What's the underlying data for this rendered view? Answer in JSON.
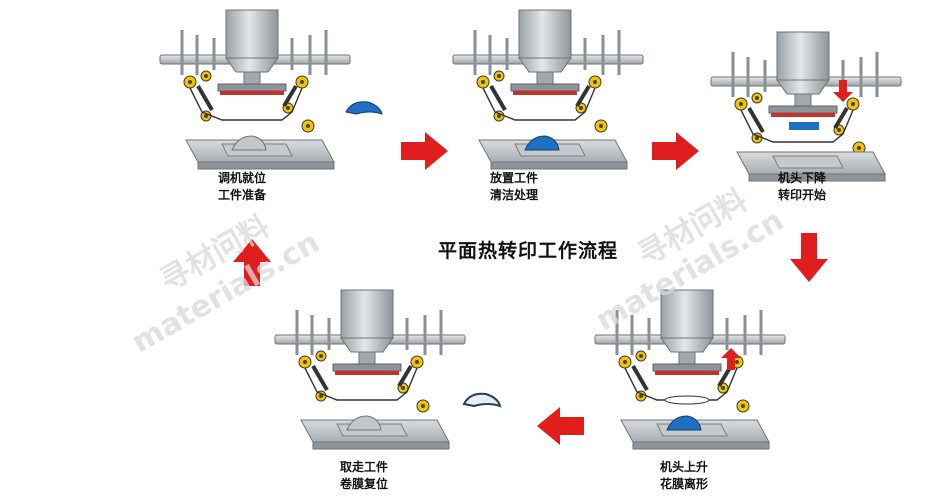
{
  "title": "平面热转印工作流程",
  "steps": [
    {
      "line1": "调机就位",
      "line2": "工件准备"
    },
    {
      "line1": "放置工件",
      "line2": "清洁处理"
    },
    {
      "line1": "机头下降",
      "line2": "转印开始"
    },
    {
      "line1": "机头上升",
      "line2": "花膜离形"
    },
    {
      "line1": "取走工件",
      "line2": "卷膜复位"
    }
  ],
  "watermark": {
    "cn": "寻材问料",
    "latin": "materials.cn"
  },
  "colors": {
    "arrow": "#e01e1e",
    "workpiece": "#1f6fc2",
    "heater": "#c8302c",
    "roller": "#f2c400",
    "machine": "#b7bcc2"
  },
  "icons": [
    "arrow-right-icon",
    "arrow-down-icon",
    "arrow-left-icon",
    "arrow-up-icon"
  ]
}
